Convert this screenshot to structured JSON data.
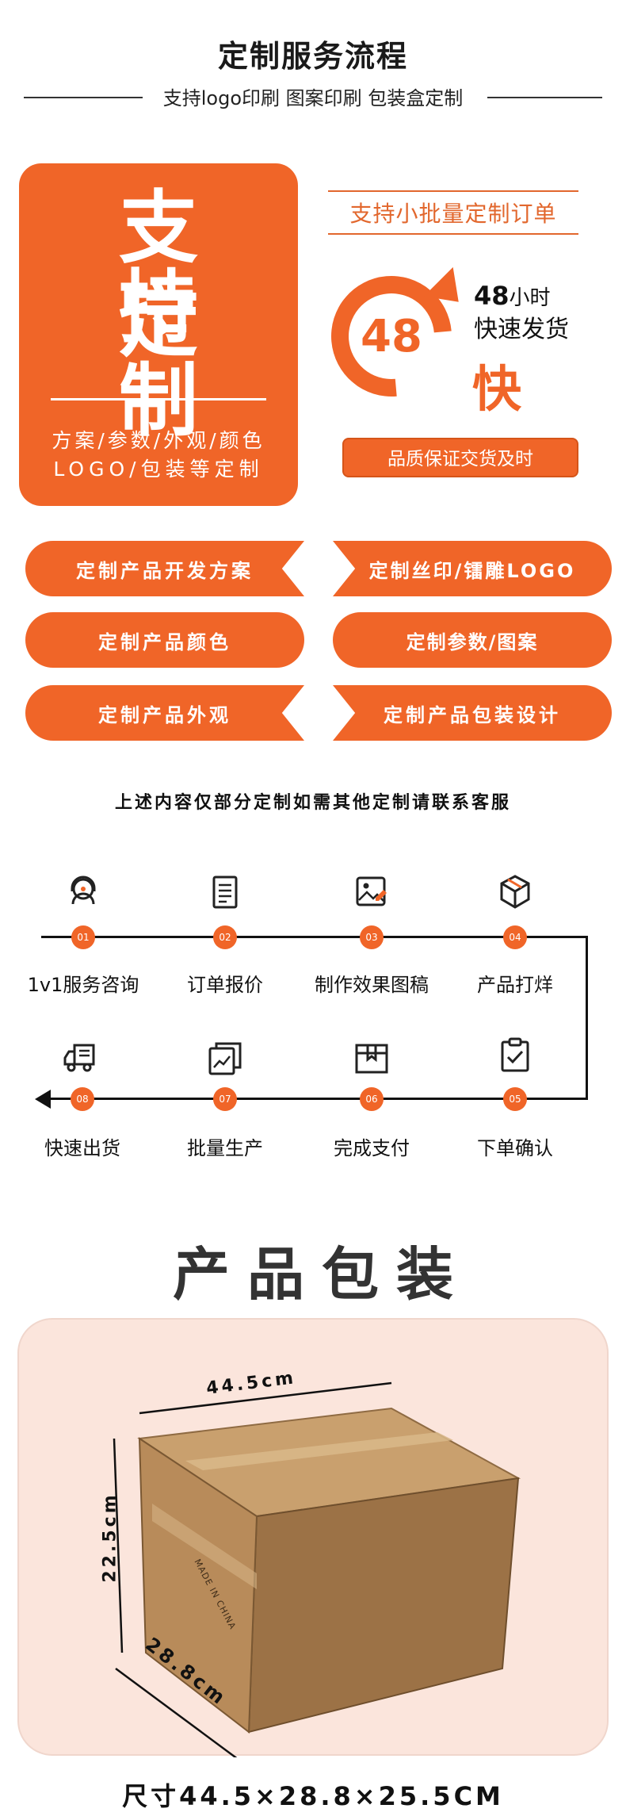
{
  "header": {
    "title": "定制服务流程",
    "subtitle": "支持logo印刷 图案印刷 包装盒定制"
  },
  "promo_card": {
    "line1": "支 持",
    "line2": "定 制",
    "desc1": "方案/参数/外观/颜色",
    "desc2": "LOGO/包装等定制"
  },
  "promo_right": {
    "batch": "支持小批量定制订单",
    "ring_number": "48",
    "hours_num": "48",
    "hours_unit": "小时",
    "fast_ship": "快速发货",
    "kuai": "快",
    "quality_button": "品质保证交货及时"
  },
  "ribbons": [
    {
      "label": "定制产品开发方案"
    },
    {
      "label": "定制丝印/镭雕LOGO"
    },
    {
      "label": "定制产品颜色"
    },
    {
      "label": "定制参数/图案"
    },
    {
      "label": "定制产品外观"
    },
    {
      "label": "定制产品包装设计"
    }
  ],
  "note": "上述内容仅部分定制如需其他定制请联系客服",
  "steps": [
    {
      "num": "01",
      "label": "1v1服务咨询",
      "icon": "headset-icon"
    },
    {
      "num": "02",
      "label": "订单报价",
      "icon": "document-icon"
    },
    {
      "num": "03",
      "label": "制作效果图稿",
      "icon": "image-edit-icon"
    },
    {
      "num": "04",
      "label": "产品打烊",
      "icon": "cube-icon"
    },
    {
      "num": "05",
      "label": "下单确认",
      "icon": "clipboard-check-icon"
    },
    {
      "num": "06",
      "label": "完成支付",
      "icon": "box-icon"
    },
    {
      "num": "07",
      "label": "批量生产",
      "icon": "chart-icon"
    },
    {
      "num": "08",
      "label": "快速出货",
      "icon": "truck-icon"
    }
  ],
  "package": {
    "title": "产品包装",
    "dim_top": "44.5cm",
    "dim_left": "22.5cm",
    "dim_bottom": "28.8cm",
    "box_print": "MADE IN CHINA",
    "size_line": "尺寸44.5×28.8×25.5CM"
  },
  "colors": {
    "accent": "#f06528",
    "card_bg": "#fbe5dc",
    "box": "#b98a5a"
  }
}
